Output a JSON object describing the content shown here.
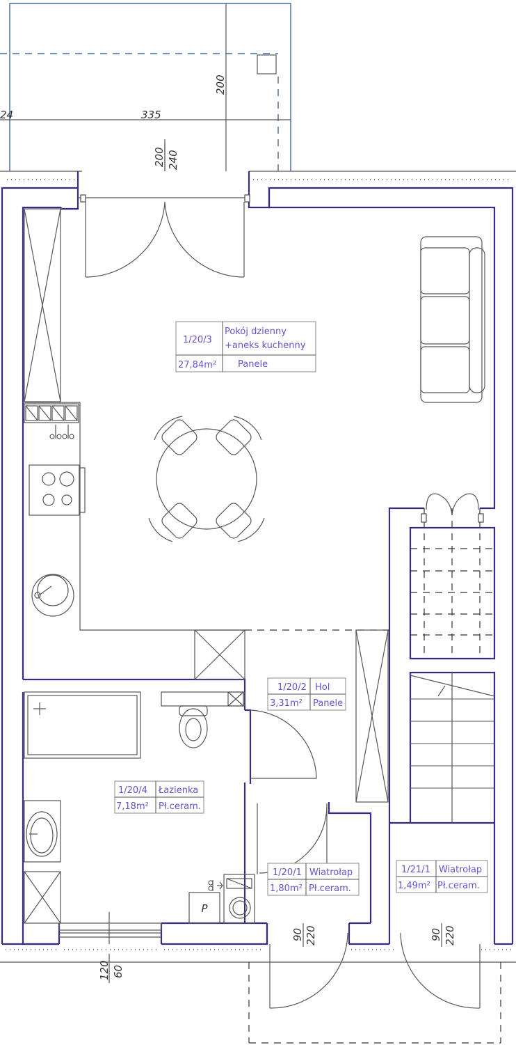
{
  "rooms": [
    {
      "id": "1/20/3",
      "name": "Pokój dzienny",
      "name2": "+aneks kuchenny",
      "area": "27,84m²",
      "floor": "Panele"
    },
    {
      "id": "1/20/2",
      "name": "Hol",
      "area": "3,31m²",
      "floor": "Panele"
    },
    {
      "id": "1/20/4",
      "name": "Łazienka",
      "area": "7,18m²",
      "floor": "Pł.ceram."
    },
    {
      "id": "1/20/1",
      "name": "Wiatrołap",
      "area": "1,80m²",
      "floor": "Pł.ceram."
    },
    {
      "id": "1/21/1",
      "name": "Wiatrołap",
      "area": "1,49m²",
      "floor": "Pł.ceram."
    }
  ],
  "dimensions": {
    "terrace_width": "335",
    "terrace_depth": "200",
    "left_partial": "24",
    "terrace_door_top": "200",
    "terrace_door_bottom": "240",
    "entry1_top": "90",
    "entry1_bottom": "220",
    "entry2_top": "90",
    "entry2_bottom": "220",
    "window_top": "120",
    "window_bottom": "60"
  },
  "symbols": {
    "boiler": "P",
    "colors": {
      "wall": "#3b2a85",
      "label": "#6a50cf",
      "terrace": "#1f4e8c"
    }
  }
}
